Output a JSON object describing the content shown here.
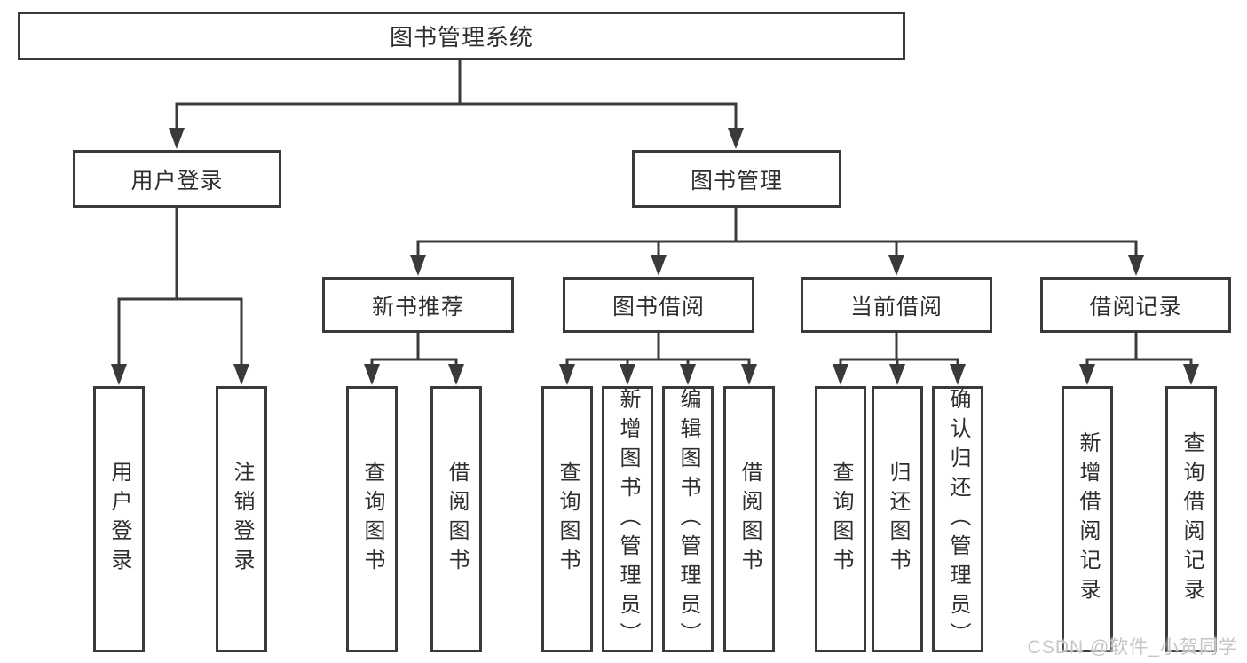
{
  "diagram": {
    "type": "hierarchy-tree",
    "root": {
      "label": "图书管理系统"
    },
    "children": [
      {
        "label": "用户登录",
        "children": [
          {
            "label": "用户登录"
          },
          {
            "label": "注销登录"
          }
        ]
      },
      {
        "label": "图书管理",
        "children": [
          {
            "label": "新书推荐",
            "children": [
              {
                "label": "查询图书"
              },
              {
                "label": "借阅图书"
              }
            ]
          },
          {
            "label": "图书借阅",
            "children": [
              {
                "label": "查询图书"
              },
              {
                "label": "新增图书（管理员）"
              },
              {
                "label": "编辑图书（管理员）"
              },
              {
                "label": "借阅图书"
              }
            ]
          },
          {
            "label": "当前借阅",
            "children": [
              {
                "label": "查询图书"
              },
              {
                "label": "归还图书"
              },
              {
                "label": "确认归还（管理员）"
              }
            ]
          },
          {
            "label": "借阅记录",
            "children": [
              {
                "label": "新增借阅记录"
              },
              {
                "label": "查询借阅记录"
              }
            ]
          }
        ]
      }
    ]
  },
  "watermark": {
    "text": "CSDN @软件_小贺同学"
  },
  "colors": {
    "line": "#3a3a3a",
    "text": "#2e2e2e",
    "watermark": "#c6c6c6",
    "background": "#ffffff"
  }
}
